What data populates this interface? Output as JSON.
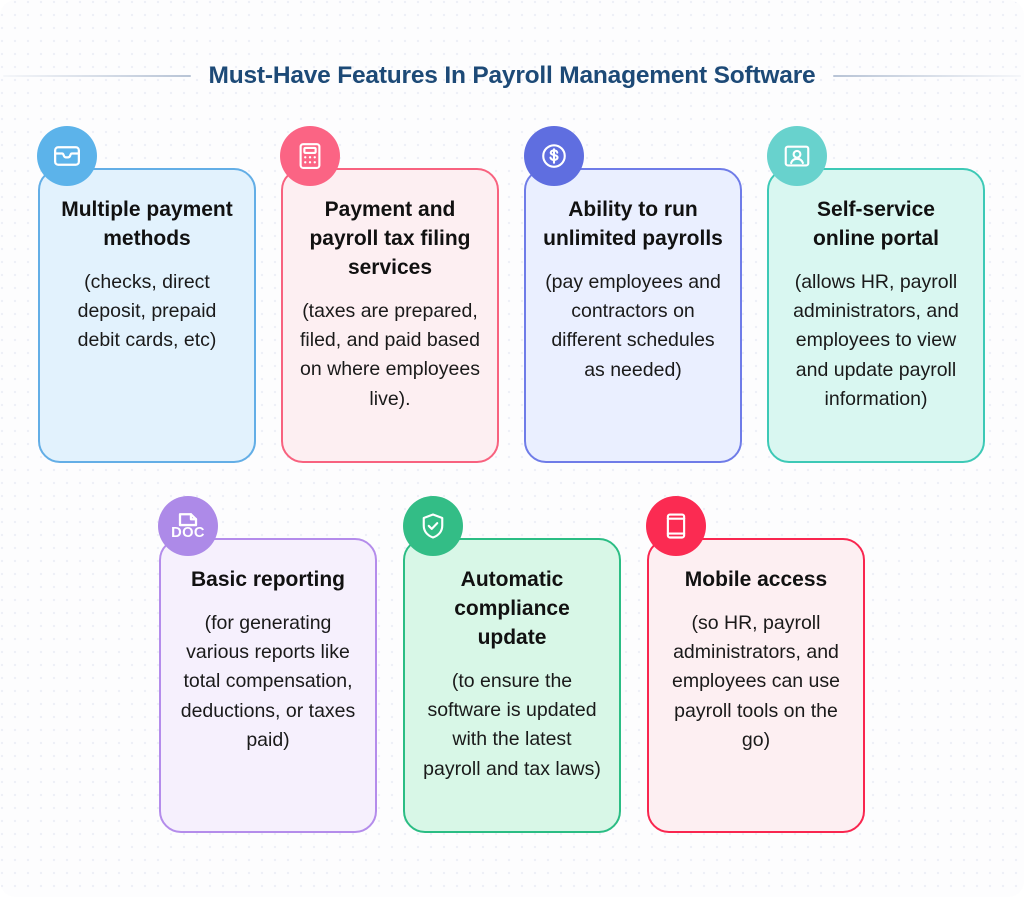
{
  "page": {
    "title": "Must-Have Features In Payroll Management Software",
    "background_color": "#fdfdfe",
    "title_color": "#1d4a77"
  },
  "cards": [
    {
      "id": "multiple-payment-methods",
      "title": "Multiple payment methods",
      "description": "(checks, direct deposit, prepaid debit cards, etc)",
      "icon": "card-icon",
      "icon_bg": "#5cb3ea",
      "fill": "#e2f2fd",
      "border": "#63aee6"
    },
    {
      "id": "payment-and-payroll-tax-filing-services",
      "title": "Payment and payroll tax filing services",
      "description": "(taxes are prepared, filed, and paid based on where employees live).",
      "icon": "calculator-icon",
      "icon_bg": "#fb6484",
      "fill": "#fdeff2",
      "border": "#f8627f"
    },
    {
      "id": "ability-to-run-unlimited-payrolls",
      "title": "Ability to run unlimited payrolls",
      "description": "(pay employees and contractors on different schedules as needed)",
      "icon": "dollar-circle-icon",
      "icon_bg": "#5f6ee0",
      "fill": "#eaefff",
      "border": "#6f7ce8"
    },
    {
      "id": "self-service-online-portal",
      "title": "Self-service online portal",
      "description": "(allows HR, payroll administrators, and employees to view and update payroll information)",
      "icon": "user-portrait-icon",
      "icon_bg": "#68d2cd",
      "fill": "#d9f7f1",
      "border": "#3dc9b6"
    },
    {
      "id": "basic-reporting",
      "title": "Basic reporting",
      "description": "(for generating various reports like total compensation, deductions, or taxes paid)",
      "icon": "doc-icon",
      "icon_bg": "#ad8ae8",
      "fill": "#f6f0fd",
      "border": "#b48ceb"
    },
    {
      "id": "automatic-compliance-update",
      "title": "Automatic compliance update",
      "description": "(to ensure the software is updated with the latest payroll and tax laws)",
      "icon": "shield-check-icon",
      "icon_bg": "#33bd86",
      "fill": "#d8f7e7",
      "border": "#2bbd84"
    },
    {
      "id": "mobile-access",
      "title": "Mobile access",
      "description": "(so HR, payroll administrators, and employees can use payroll tools on the go)",
      "icon": "tablet-icon",
      "icon_bg": "#fb2b52",
      "fill": "#fdeff2",
      "border": "#f9264f"
    }
  ],
  "icon_labels": {
    "doc": "DOC"
  }
}
